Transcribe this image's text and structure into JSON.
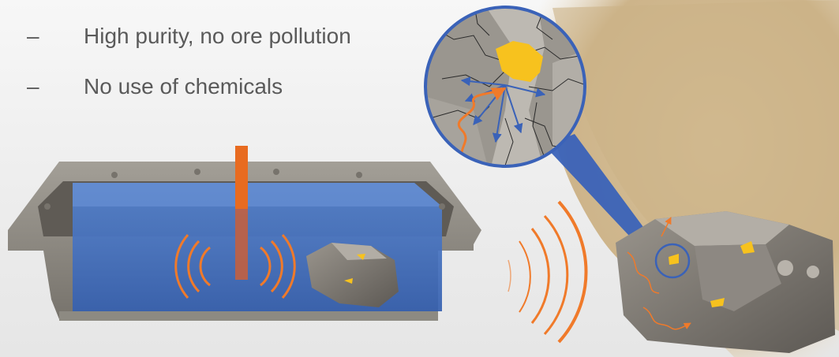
{
  "bullets": [
    {
      "dash": "–",
      "text": "High purity, no ore pollution"
    },
    {
      "dash": "–",
      "text": "No use of chemicals"
    }
  ],
  "colors": {
    "background": "#eeeeee",
    "text": "#5a5a5a",
    "water": "#3f73c2",
    "vessel_metal": "#8d8a82",
    "sonotrode": "#e86b20",
    "wave": "#f07a2a",
    "ore_rock": "#7b7670",
    "gold": "#f7c21e",
    "sand": "#cdb48a",
    "magnifier_ring": "#3a62b8",
    "crack_line": "#2a2a2a",
    "arrow_blue": "#3a62b8"
  },
  "icons": [
    "ultrasonic-vessel",
    "sonotrode",
    "ore-rock",
    "gold-grain",
    "magnifier",
    "sand-pile",
    "sound-wave"
  ]
}
